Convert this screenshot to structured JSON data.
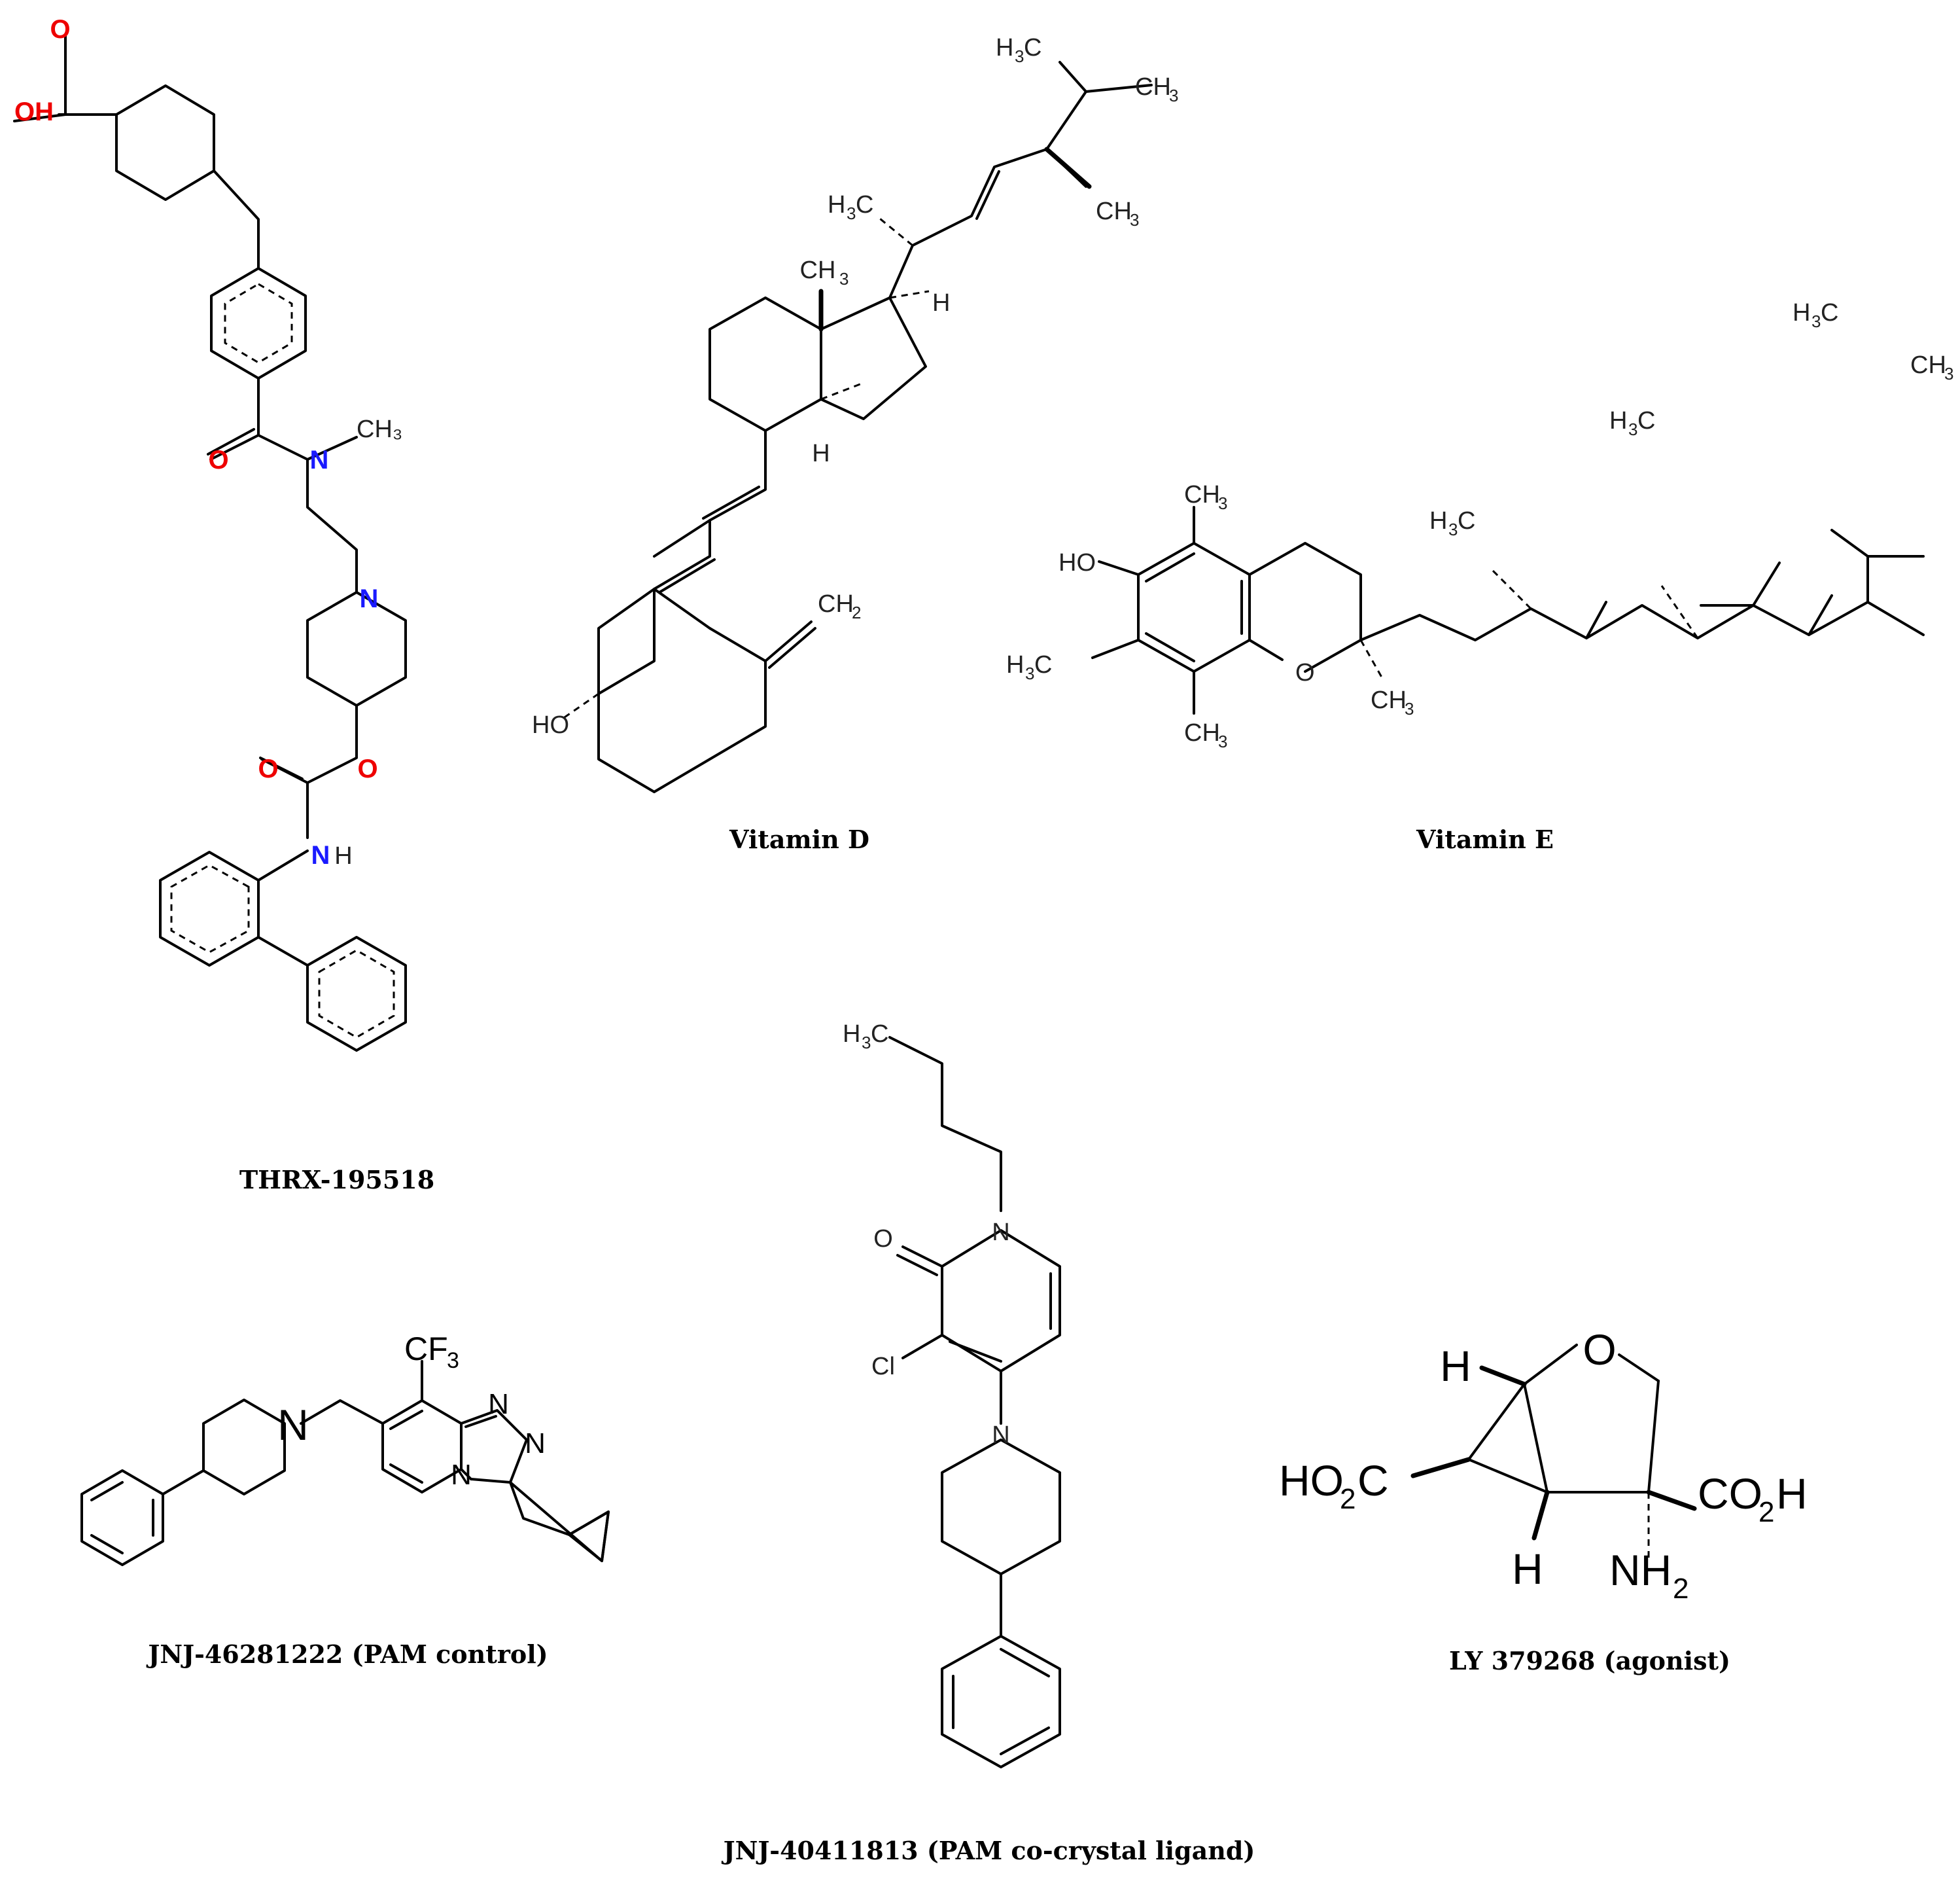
{
  "molecules": {
    "thrx": {
      "name": "THRX-195518",
      "atoms": {
        "o1": "O",
        "oh": "OH",
        "o2": "O",
        "n_amide": "N",
        "ch3": "CH₃",
        "n_pip": "N",
        "o3": "O",
        "o4": "O",
        "nh_n": "N",
        "nh_h": "H"
      }
    },
    "vitd": {
      "name": "Vitamin D",
      "atoms": {
        "ho": "HO",
        "ch2": "CH",
        "ch2_sub": "2",
        "ch3_ring": "CH",
        "ch3_ring_sub": "3",
        "h_upper": "H",
        "h_lower": "H",
        "h3c_1": "H",
        "h3c_1_sub": "3",
        "h3c_1_c": "C",
        "ch3_1": "CH",
        "ch3_1_sub": "3",
        "ch3_2": "CH",
        "ch3_2_sub": "3",
        "h3c_2": "H",
        "h3c_2_sub": "3",
        "h3c_2_c": "C"
      }
    },
    "vite": {
      "name": "Vitamin E",
      "atoms": {
        "ho": "HO",
        "o_ring": "O",
        "ch3_a": "CH",
        "ch3_a_sub": "3",
        "ch3_b": "CH",
        "ch3_b_sub": "3",
        "ch3_c": "CH",
        "ch3_c_sub": "3",
        "h3c_a": "H",
        "h3c_a_sub": "3",
        "h3c_a_c": "C",
        "h3c_b": "H",
        "h3c_b_sub": "3",
        "h3c_b_c": "C",
        "h3c_c": "H",
        "h3c_c_sub": "3",
        "h3c_c_c": "C",
        "h3c_d": "H",
        "h3c_d_sub": "3",
        "h3c_d_c": "C",
        "ch3_d": "CH",
        "ch3_d_sub": "3"
      }
    },
    "jnj4628": {
      "name": "JNJ-46281222 (PAM control)",
      "atoms": {
        "n_pip": "N",
        "cf": "CF",
        "cf_sub": "3",
        "n1": "N",
        "n2": "N",
        "n3": "N"
      }
    },
    "jnj4041": {
      "name": "JNJ-40411813 (PAM co-crystal ligand)",
      "atoms": {
        "h3c": "H",
        "h3c_sub": "3",
        "h3c_c": "C",
        "o": "O",
        "n1": "N",
        "cl": "Cl",
        "n2": "N"
      }
    },
    "ly": {
      "name": "LY 379268 (agonist)",
      "atoms": {
        "h_top": "H",
        "o": "O",
        "ho2c": "HO",
        "ho2c_sub": "2",
        "ho2c_c": "C",
        "co2h": "CO",
        "co2h_sub": "2",
        "co2h_h": "H",
        "h_bot": "H",
        "nh2": "NH",
        "nh2_sub": "2"
      }
    }
  },
  "colors": {
    "bond": "#000000",
    "oxygen": "#ee0000",
    "nitrogen": "#1a1aff",
    "nitrogen_dark": "#2a2aa0",
    "chlorine": "#1a9a1a",
    "carbon_label": "#222222"
  }
}
